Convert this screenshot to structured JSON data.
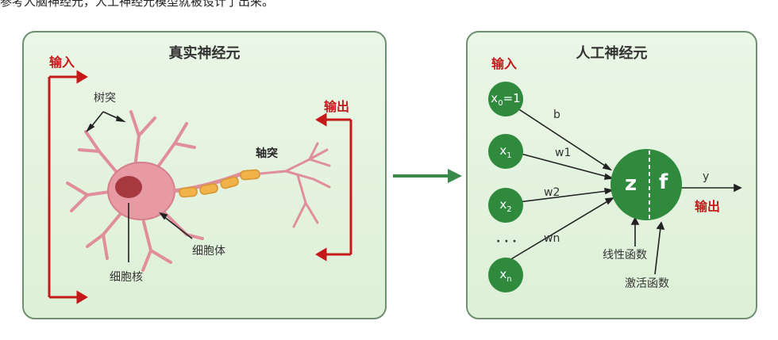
{
  "top_text": "参考人脑神经元，人工神经元模型就被设计了出来。",
  "left": {
    "title": "真实神经元",
    "input_label": "输入",
    "output_label": "输出",
    "dendrite_label": "树突",
    "axon_label": "轴突",
    "soma_label": "细胞体",
    "nucleus_label": "细胞核"
  },
  "right": {
    "title": "人工神经元",
    "input_label": "输入",
    "output_label": "输出",
    "inputs": [
      {
        "base": "x",
        "sub": "0",
        "suffix": "=1"
      },
      {
        "base": "x",
        "sub": "1",
        "suffix": ""
      },
      {
        "base": "x",
        "sub": "2",
        "suffix": ""
      },
      {
        "base": "x",
        "sub": "n",
        "suffix": ""
      }
    ],
    "ellipsis": "· · ·",
    "weights": [
      "b",
      "w1",
      "w2",
      "wn"
    ],
    "z_label": "z",
    "f_label": "f",
    "y_label": "y",
    "linear_label": "线性函数",
    "activation_label": "激活函数"
  },
  "colors": {
    "panel_border": "#6f8f72",
    "panel_fill": "#e4f3df",
    "red_arrow": "#c41a1a",
    "green_node": "#2f8a3e",
    "transition_arrow": "#3a8a4a",
    "neuron_pink": "#e79aa3",
    "myelin_orange": "#f2b24a"
  }
}
